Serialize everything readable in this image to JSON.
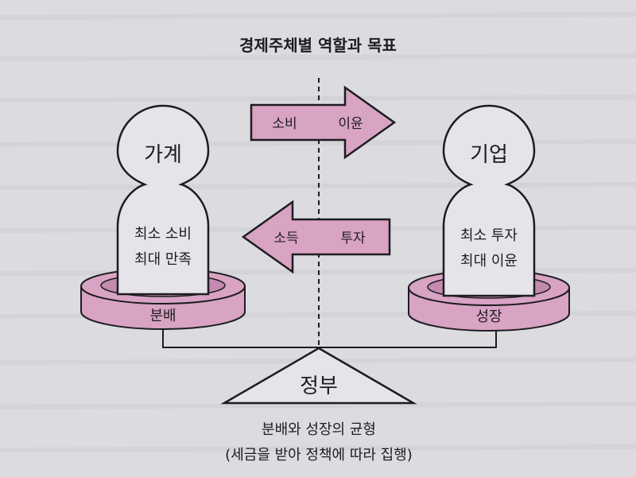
{
  "title": "경제주체별 역할과 목표",
  "household": {
    "name": "가계",
    "goal_line1": "최소 소비",
    "goal_line2": "최대 만족",
    "base_label": "분배"
  },
  "firm": {
    "name": "기업",
    "goal_line1": "최소 투자",
    "goal_line2": "최대 이윤",
    "base_label": "성장"
  },
  "arrows": {
    "top": {
      "left_label": "소비",
      "right_label": "이윤",
      "direction": "right"
    },
    "bottom": {
      "left_label": "소득",
      "right_label": "투자",
      "direction": "left"
    }
  },
  "government": {
    "name": "정부",
    "caption_line1": "분배와 성장의 균형",
    "caption_line2": "(세금을 받아 정책에 따라 집행)"
  },
  "colors": {
    "pink_fill": "#d9a3c4",
    "pink_dark": "#c48ab0",
    "figure_fill": "#e6e4ea",
    "ink": "#1d1d1f"
  }
}
